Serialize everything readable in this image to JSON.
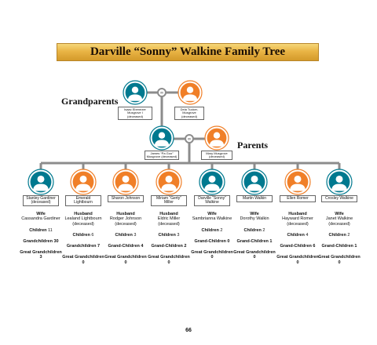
{
  "title": "Darville “Sonny” Walkine Family Tree",
  "labels": {
    "grandparents": "Grandparents",
    "parents": "Parents"
  },
  "colors": {
    "male": "#00798f",
    "female": "#f07f28",
    "line": "#8c8c8c",
    "banner": "#e6b24a"
  },
  "grandparents": {
    "grandfather": {
      "name": "Isaac Ebenezer Musgrove I (deceased)",
      "icon": "male-person-icon"
    },
    "grandmother": {
      "name": "Dela Tucker-Musgrove (deceased)",
      "icon": "female-person-icon"
    }
  },
  "parents": {
    "father": {
      "name": "James “Pa Goo” Musgrove (deceased)",
      "icon": "male-person-icon"
    },
    "mother": {
      "name": "Mary Musgrove (deceased)",
      "icon": "female-person-icon"
    }
  },
  "children": [
    {
      "name": "Stanley Gardiner (deceased)",
      "gender": "male",
      "spouse_role": "Wife",
      "spouse": "Cassandra Gardiner",
      "children_label": "Children",
      "children": "11",
      "grandchildren_label": "Grandchildren",
      "grandchildren": "30",
      "great_label": "Great Grandchildren",
      "great": "3"
    },
    {
      "name": "Emerald Lightbourn",
      "gender": "female",
      "spouse_role": "Husband",
      "spouse": "Lealand Lightbourn (deceased)",
      "children_label": "Children",
      "children": "6",
      "grandchildren_label": "Grandchildren",
      "grandchildren": "7",
      "great_label": "Great Grandchildren",
      "great": "0"
    },
    {
      "name": "Sharon Johnson",
      "gender": "female",
      "spouse_role": "Husband",
      "spouse": "Rodger Johnson (deceased)",
      "children_label": "Children",
      "children": "3",
      "grandchildren_label": "Grand-Children",
      "grandchildren": "4",
      "great_label": "Great Grandchildren",
      "great": "0"
    },
    {
      "name": "Miriam “Gerty” Miller",
      "gender": "female",
      "spouse_role": "Husband",
      "spouse": "Eldric Miller (deceased)",
      "children_label": "Children",
      "children": "3",
      "grandchildren_label": "Grand-Children",
      "grandchildren": "2",
      "great_label": "Great Grandchildren",
      "great": "0"
    },
    {
      "name": "Darville “Sonny” Walkine",
      "gender": "male",
      "spouse_role": "Wife",
      "spouse": "Sambrianna Walkine",
      "children_label": "Children",
      "children": "2",
      "grandchildren_label": "Grand-Children",
      "grandchildren": "0",
      "great_label": "Great Grandchildren",
      "great": "0"
    },
    {
      "name": "Martin Walkin",
      "gender": "male",
      "spouse_role": "Wife",
      "spouse": "Dorothy Walkin",
      "children_label": "Children",
      "children": "2",
      "grandchildren_label": "Grand-Children",
      "grandchildren": "1",
      "great_label": "Great Grandchildren",
      "great": "0"
    },
    {
      "name": "Ellen Romer",
      "gender": "female",
      "spouse_role": "Husband",
      "spouse": "Hayward Romer (deceased)",
      "children_label": "Children",
      "children": "4",
      "grandchildren_label": "Grand-Children",
      "grandchildren": "6",
      "great_label": "Great Grandchildren",
      "great": "0"
    },
    {
      "name": "Crosley Walkine",
      "gender": "male",
      "spouse_role": "Wife",
      "spouse": "Janet Walkine (deceased)",
      "children_label": "Children",
      "children": "2",
      "grandchildren_label": "Grand-Children",
      "grandchildren": "1",
      "great_label": "Great Grandchildren",
      "great": "0"
    }
  ],
  "page_number": "66"
}
